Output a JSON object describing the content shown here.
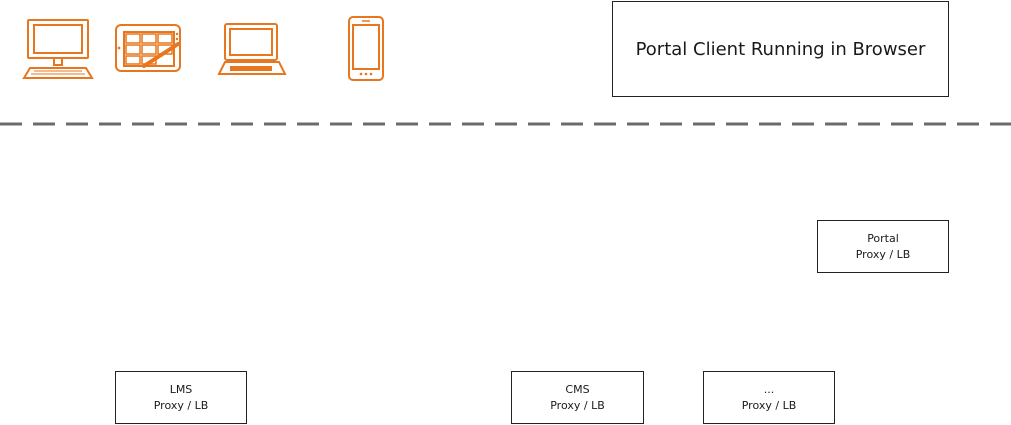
{
  "client_header": {
    "title": "Portal Client Running in Browser",
    "devices": [
      {
        "icon": "desktop-computer-icon"
      },
      {
        "icon": "tablet-with-pen-icon"
      },
      {
        "icon": "laptop-icon"
      },
      {
        "icon": "smartphone-icon"
      }
    ]
  },
  "server_boxes": {
    "portal": {
      "line1": "Portal",
      "line2": "Proxy / LB"
    },
    "lms": {
      "line1": "LMS",
      "line2": "Proxy / LB"
    },
    "cms": {
      "line1": "CMS",
      "line2": "Proxy / LB"
    },
    "other": {
      "line1": "...",
      "line2": "Proxy / LB"
    }
  },
  "colors": {
    "accent": "#e8761e",
    "stroke": "#222222",
    "divider": "#6b6b6b"
  }
}
